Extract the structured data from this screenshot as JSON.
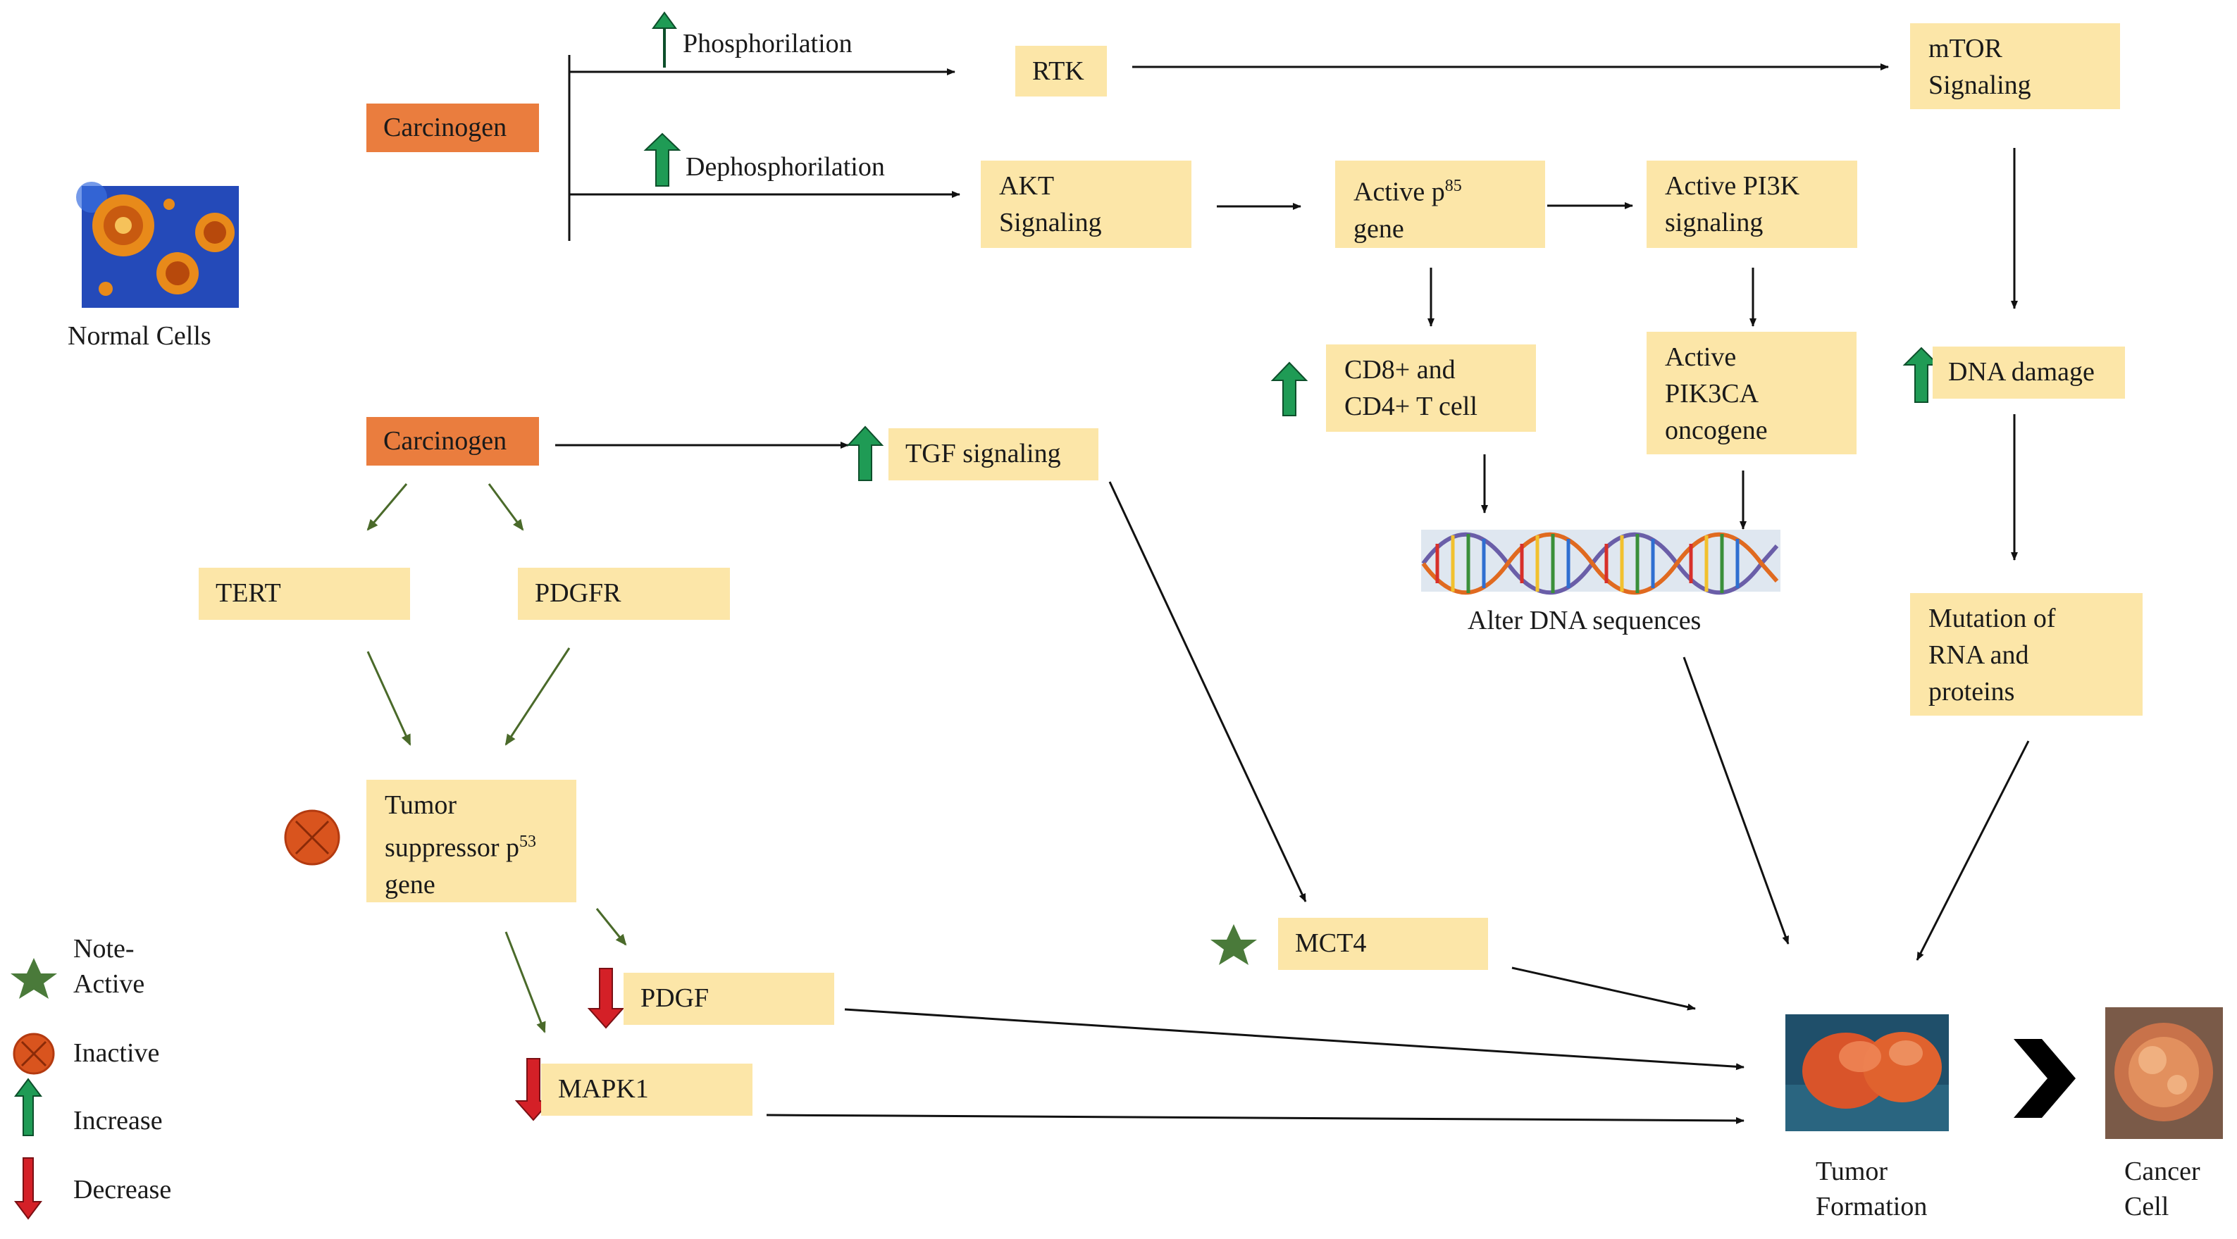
{
  "nodes": {
    "carcinogen_top": "Carcinogen",
    "carcinogen_bottom": "Carcinogen",
    "normal_cells": "Normal Cells",
    "phosphorilation": "Phosphorilation",
    "dephosphorilation": "Dephosphorilation",
    "rtk": "RTK",
    "mtor_line1": "mTOR",
    "mtor_line2": "Signaling",
    "akt_line1": "AKT",
    "akt_line2": "Signaling",
    "p85_line1": "Active p",
    "p85_sup": "85",
    "p85_line2": "gene",
    "pi3k_line1": "Active PI3K",
    "pi3k_line2": "signaling",
    "cd8_line1": "CD8+ and",
    "cd8_line2": "CD4+ T cell",
    "pik3ca_line1": "Active",
    "pik3ca_line2": "PIK3CA",
    "pik3ca_line3": "oncogene",
    "dna_damage": "DNA damage",
    "alter_dna": "Alter DNA sequences",
    "mutation_line1": "Mutation of",
    "mutation_line2": "RNA and",
    "mutation_line3": "proteins",
    "tgf": "TGF signaling",
    "tert": "TERT",
    "pdgfr": "PDGFR",
    "p53_line1": "Tumor",
    "p53_line2": "suppressor p",
    "p53_sup": "53",
    "p53_line3": "gene",
    "mct4": "MCT4",
    "pdgf": "PDGF",
    "mapk1": "MAPK1",
    "tumor_line1": "Tumor",
    "tumor_line2": "Formation",
    "cancer_line1": "Cancer",
    "cancer_line2": "Cell"
  },
  "legend": {
    "title_line1": "Note-",
    "active": "Active",
    "inactive": "Inactive",
    "increase": "Increase",
    "decrease": "Decrease"
  },
  "colors": {
    "box_fill": "#fce6a8",
    "carcinogen_fill": "#ea7d3e",
    "increase_arrow": "#1f9b55",
    "decrease_arrow": "#d42027",
    "active_star": "#4a7a3a",
    "inactive_marker": "#d9541e"
  }
}
